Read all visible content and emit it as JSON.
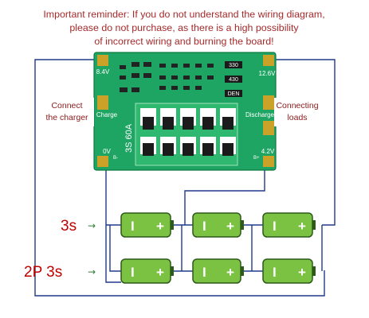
{
  "warning": {
    "line1": "Important reminder: If you do not understand the wiring diagram,",
    "line2": "please do not purchase, as there is a high possibility",
    "line3": "of incorrect wiring and burning the board!"
  },
  "labels": {
    "connect_charger_1": "Connect",
    "connect_charger_2": "the charger",
    "connecting_loads_1": "Connecting",
    "connecting_loads_2": "loads",
    "row_3s": "3s",
    "row_2p3s": "2P 3s"
  },
  "board": {
    "silk_84v": "8.4V",
    "silk_126v": "12.6V",
    "silk_charge": "Charge",
    "silk_discharge": "Discharge",
    "silk_0v": "0V",
    "silk_42v": "4.2V",
    "silk_model": "3S 60A",
    "resistor_1": "330",
    "resistor_2": "430",
    "resistor_3": "DEN",
    "pad_b_minus": "B-",
    "pad_b_plus": "B+"
  },
  "batteries": {
    "minus": "I",
    "plus": "+"
  },
  "colors": {
    "warning_text": "#a52a2a",
    "row_label": "#c00000",
    "pcb_green": "#1fa563",
    "battery_green": "#7bc242",
    "wire": "#1e3a8a"
  }
}
